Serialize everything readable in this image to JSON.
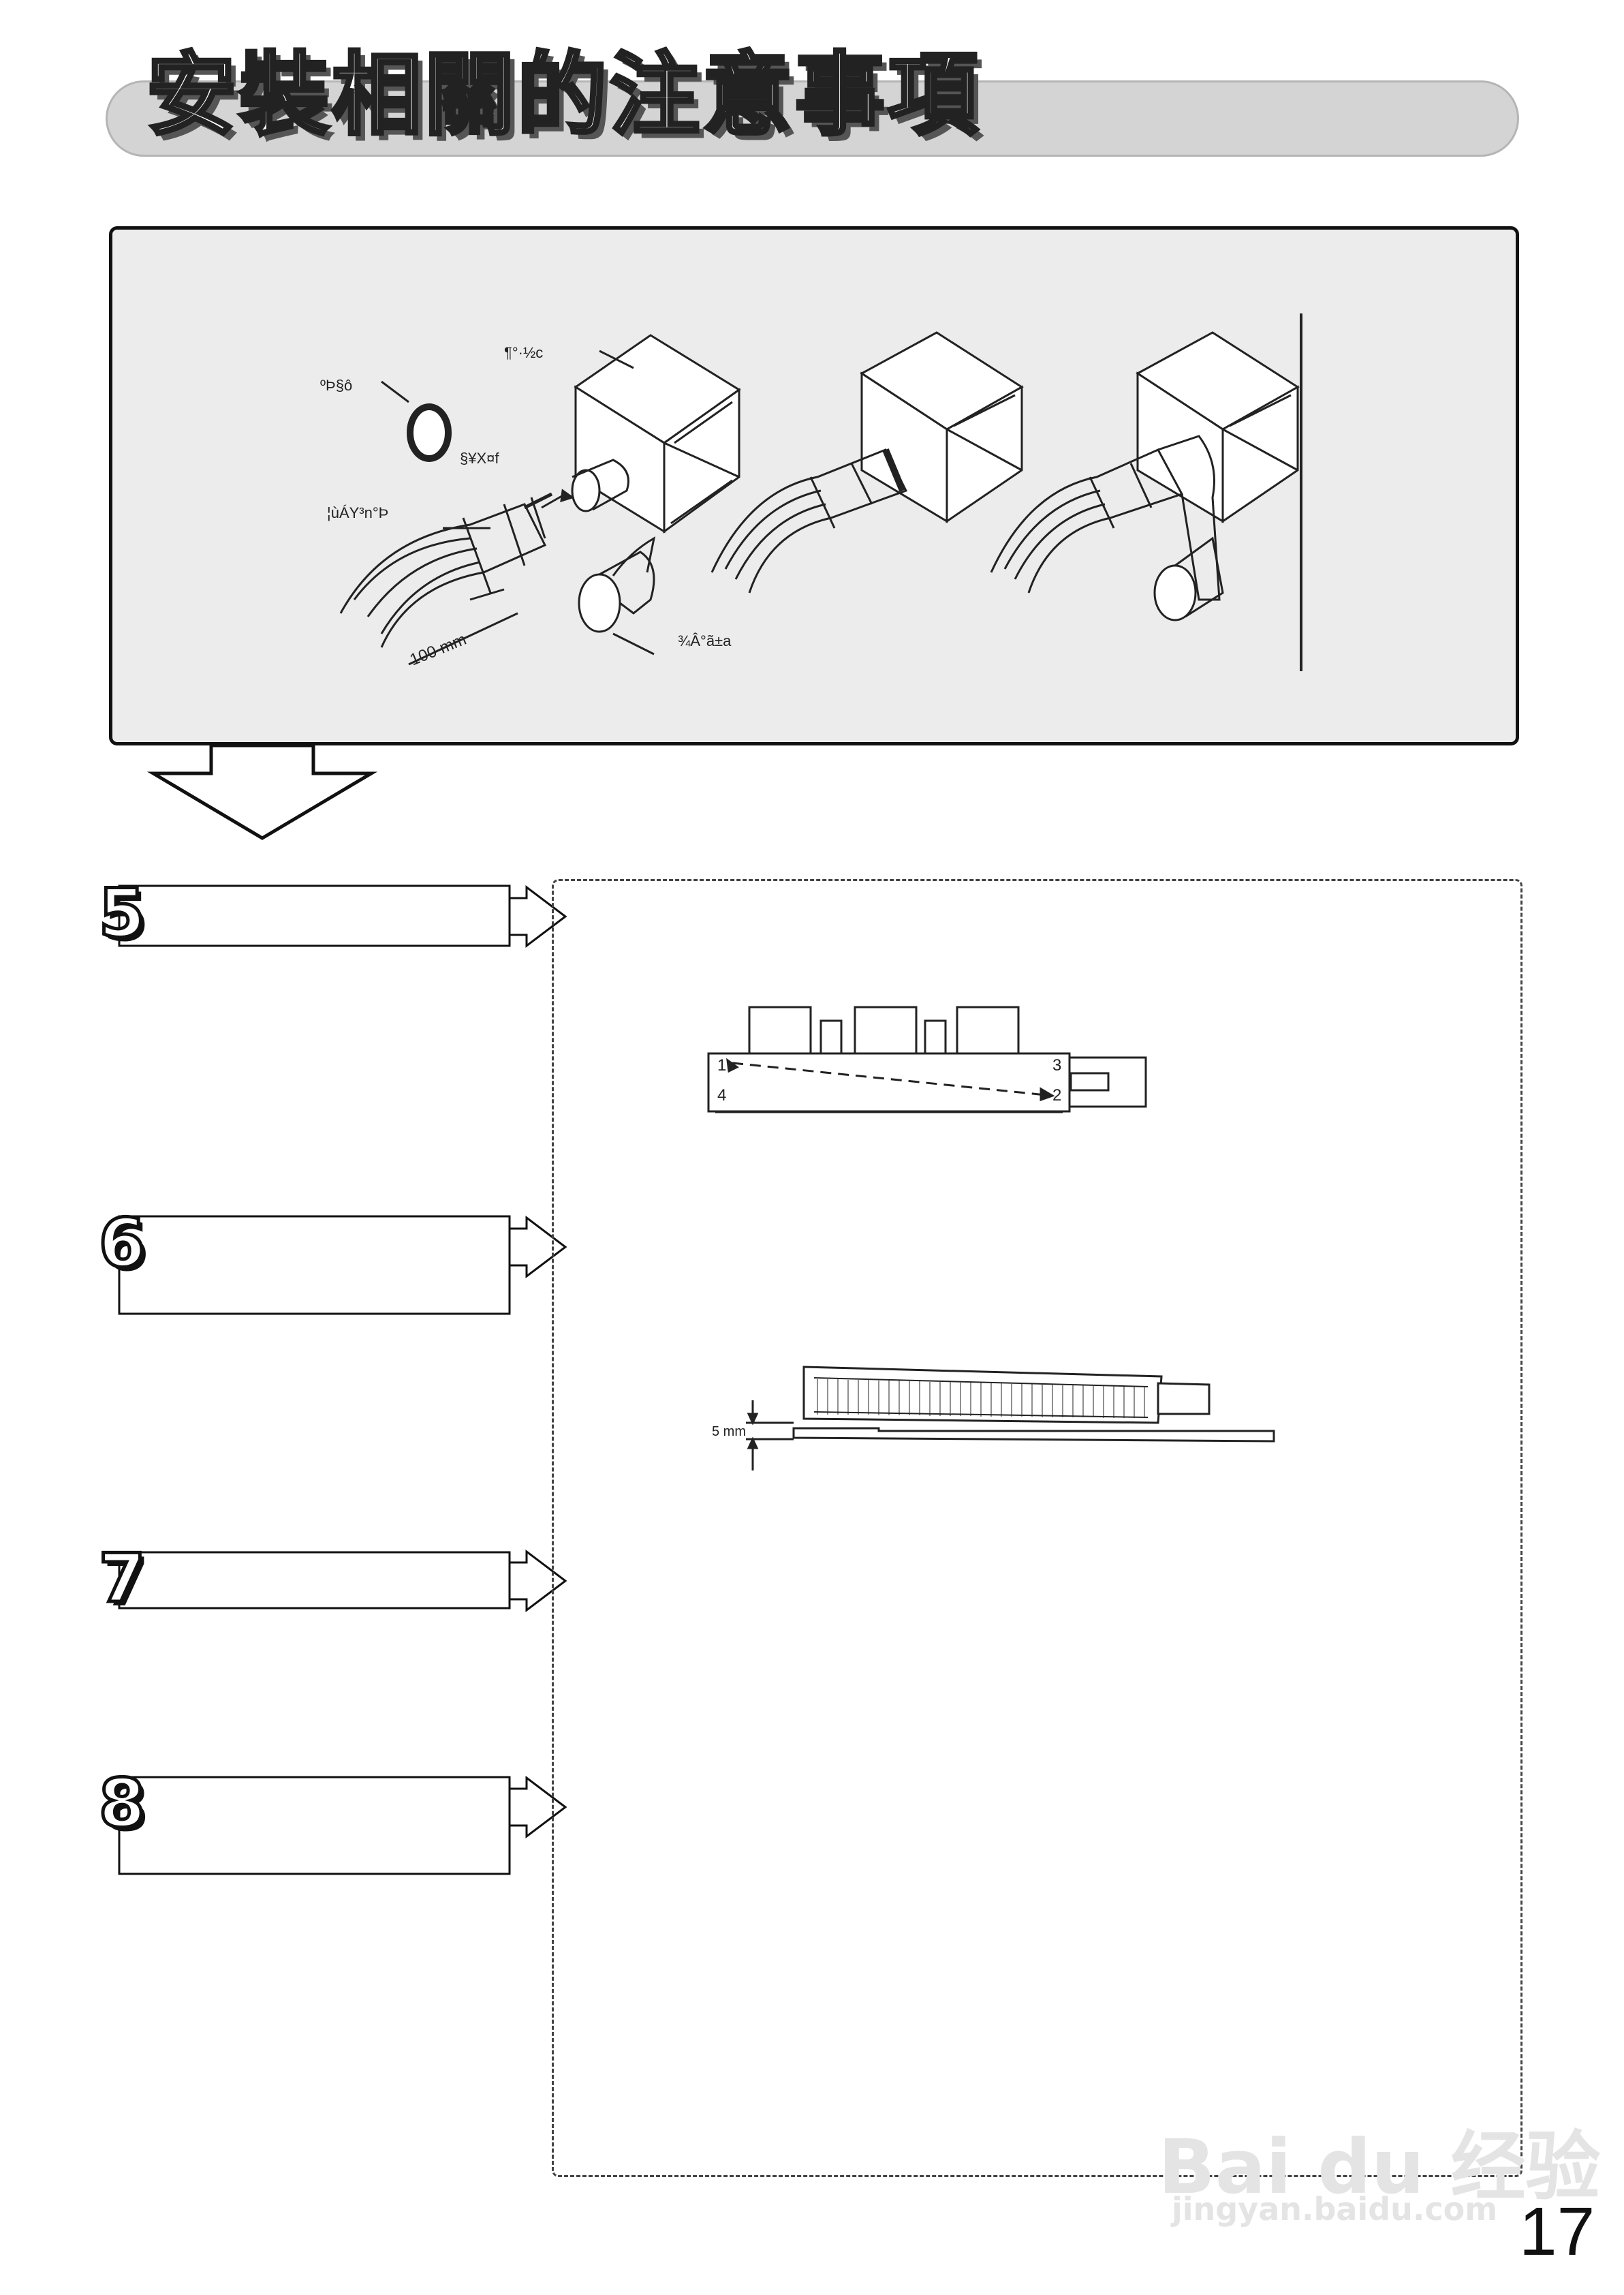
{
  "header": {
    "title": "安裝相關的注意事項"
  },
  "figure_top": {
    "labels": {
      "ring": "ºÞ§ô",
      "box": "¶°­·½c",
      "adapter": "§¥X¤f",
      "hose": "¦ùÁY³n°Þ",
      "tape": "¾Â°ã±a",
      "length": "100 mm"
    }
  },
  "steps": [
    {
      "number": "5"
    },
    {
      "number": "6"
    },
    {
      "number": "7"
    },
    {
      "number": "8"
    }
  ],
  "figure_unit": {
    "corner_labels": [
      "1",
      "3",
      "4",
      "2"
    ]
  },
  "figure_slope": {
    "dimension_label": "5 mm"
  },
  "watermark": {
    "brand": "Bai du 经验",
    "url": "jingyan.baidu.com"
  },
  "page_number": "17"
}
